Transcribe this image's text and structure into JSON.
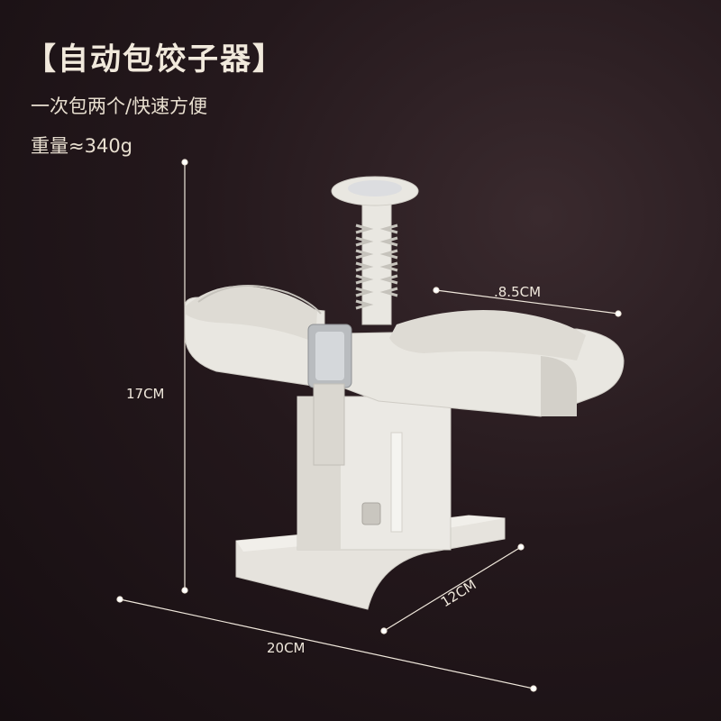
{
  "title": "【自动包饺子器】",
  "subtitle": "一次包两个/快速方便",
  "weight": "重量≈340g",
  "dimensions": {
    "height": "17CM",
    "width": "20CM",
    "depth": "12CM",
    "cup": ".8.5CM"
  },
  "colors": {
    "background": "#1e1417",
    "text": "#f1e9dc",
    "product": "#e9e7e1",
    "product_shadow": "#c9c6bf",
    "metal": "#b9bcbf"
  }
}
